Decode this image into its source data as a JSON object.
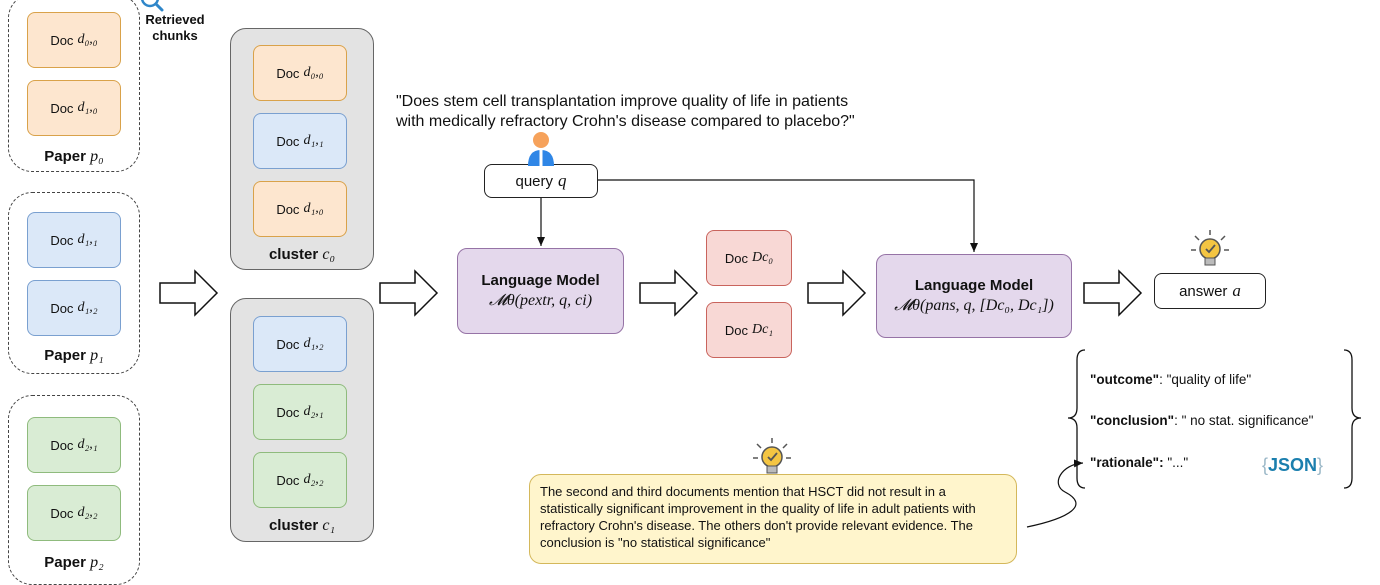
{
  "retrieved": {
    "label_line1": "Retrieved",
    "label_line2": "chunks"
  },
  "doc_label": "Doc",
  "papers": [
    {
      "title": "Paper",
      "var": "p₀",
      "docs": [
        "d₀,₀",
        "d₁,₀"
      ]
    },
    {
      "title": "Paper",
      "var": "p₁",
      "docs": [
        "d₁,₁",
        "d₁,₂"
      ]
    },
    {
      "title": "Paper",
      "var": "p₂",
      "docs": [
        "d₂,₁",
        "d₂,₂"
      ]
    }
  ],
  "clusters": [
    {
      "title": "cluster",
      "var": "c₀",
      "docs": [
        "d₀,₀",
        "d₁,₁",
        "d₁,₀"
      ]
    },
    {
      "title": "cluster",
      "var": "c₁",
      "docs": [
        "d₁,₂",
        "d₂,₁",
        "d₂,₂"
      ]
    }
  ],
  "question": {
    "line1": "\"Does stem cell transplantation improve quality of life in patients",
    "line2": "with medically refractory Crohn's disease compared to placebo?\""
  },
  "query": {
    "label": "query",
    "var": "q"
  },
  "lm1": {
    "title": "Language Model",
    "formula": "𝓜θ(pextr, q, ci)"
  },
  "extracted": [
    {
      "label": "Doc",
      "var": "Dc₀"
    },
    {
      "label": "Doc",
      "var": "Dc₁"
    }
  ],
  "lm2": {
    "title": "Language Model",
    "formula": "𝓜θ(pans, q, [Dc₀, Dc₁])"
  },
  "answer": {
    "label": "answer",
    "var": "a"
  },
  "json_output": {
    "outcome_key": "\"outcome\"",
    "outcome_val": ": \"quality of life\"",
    "conclusion_key": "\"conclusion\"",
    "conclusion_val": ": \" no stat. significance\"",
    "rationale_key": "\"rationale\":",
    "rationale_val": "  \"...\"",
    "tag_open": "{",
    "tag": "JSON",
    "tag_close": "}"
  },
  "rationale_note": {
    "text": "The second and third documents mention that HSCT did not result in a statistically significant improvement in the quality of life in adult patients with refractory Crohn's disease. The others don't provide relevant evidence. The conclusion is \"no statistical significance\""
  },
  "colors": {
    "orange": "#fde6cf",
    "blue": "#dbe8f8",
    "green": "#d9ecd4",
    "red": "#f8d8d5",
    "purple": "#e4d8ec",
    "note": "#fff5cc",
    "cluster": "#e3e3e3",
    "json": "#1b7fae"
  }
}
